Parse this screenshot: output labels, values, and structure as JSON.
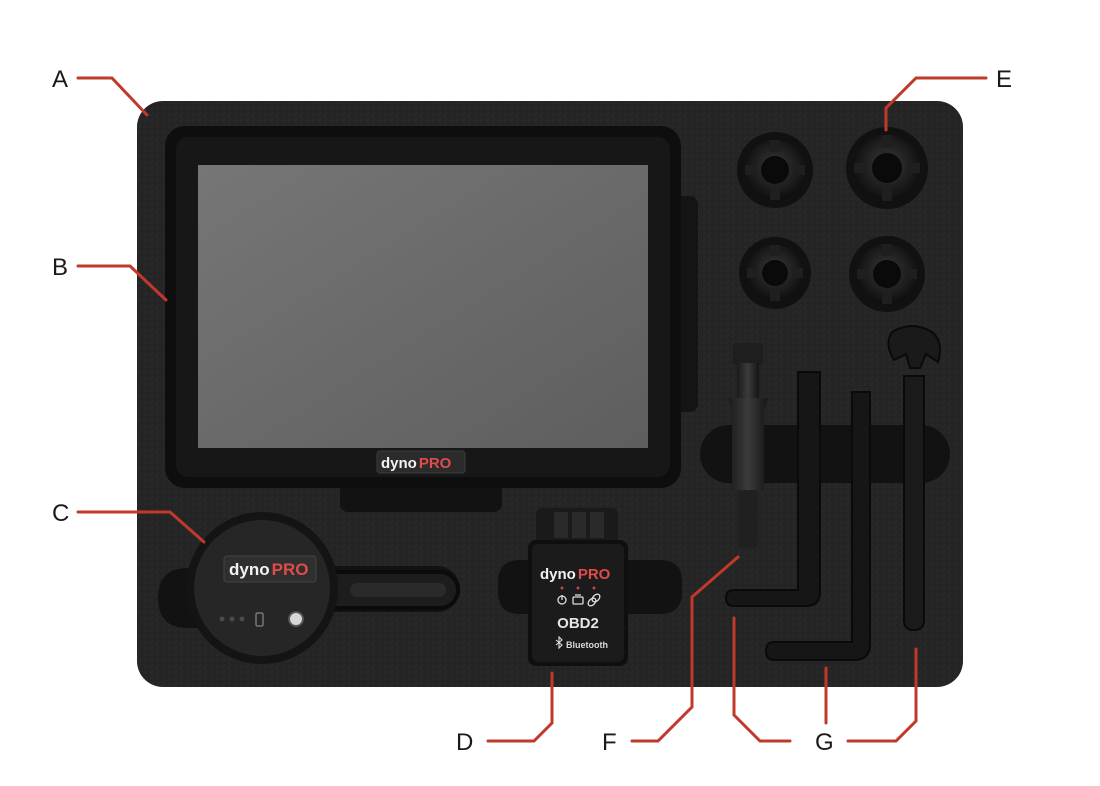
{
  "callouts": {
    "A": "A",
    "B": "B",
    "C": "C",
    "D": "D",
    "E": "E",
    "F": "F",
    "G": "G"
  },
  "branding": {
    "dyno": "dyno",
    "pro": "PRO",
    "pro_color": "#e04b4b"
  },
  "obd_adapter": {
    "label": "OBD2",
    "bluetooth_label": "Bluetooth"
  },
  "colors": {
    "callout_line": "#c0392b",
    "foam": "#262626",
    "screen": "#6e6e6e"
  }
}
